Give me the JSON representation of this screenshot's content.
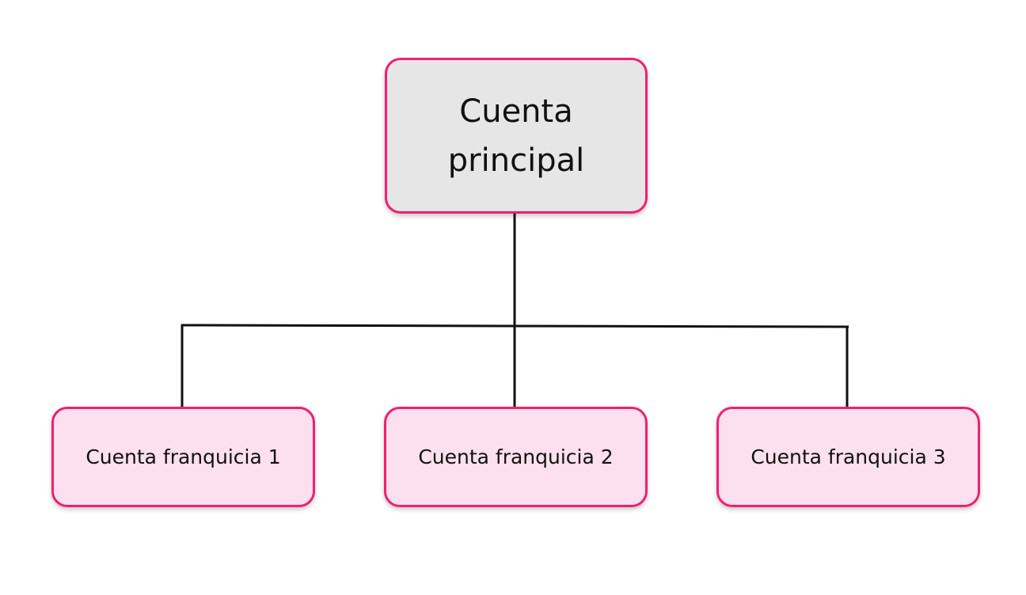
{
  "diagram": {
    "type": "org-chart",
    "colors": {
      "border": "#f0206f",
      "root_fill": "#e6e6e6",
      "child_fill": "#fde0ef",
      "connector": "#111111"
    },
    "root": {
      "label": "Cuenta principal"
    },
    "children": [
      {
        "label": "Cuenta franquicia 1"
      },
      {
        "label": "Cuenta franquicia 2"
      },
      {
        "label": "Cuenta franquicia 3"
      }
    ]
  }
}
